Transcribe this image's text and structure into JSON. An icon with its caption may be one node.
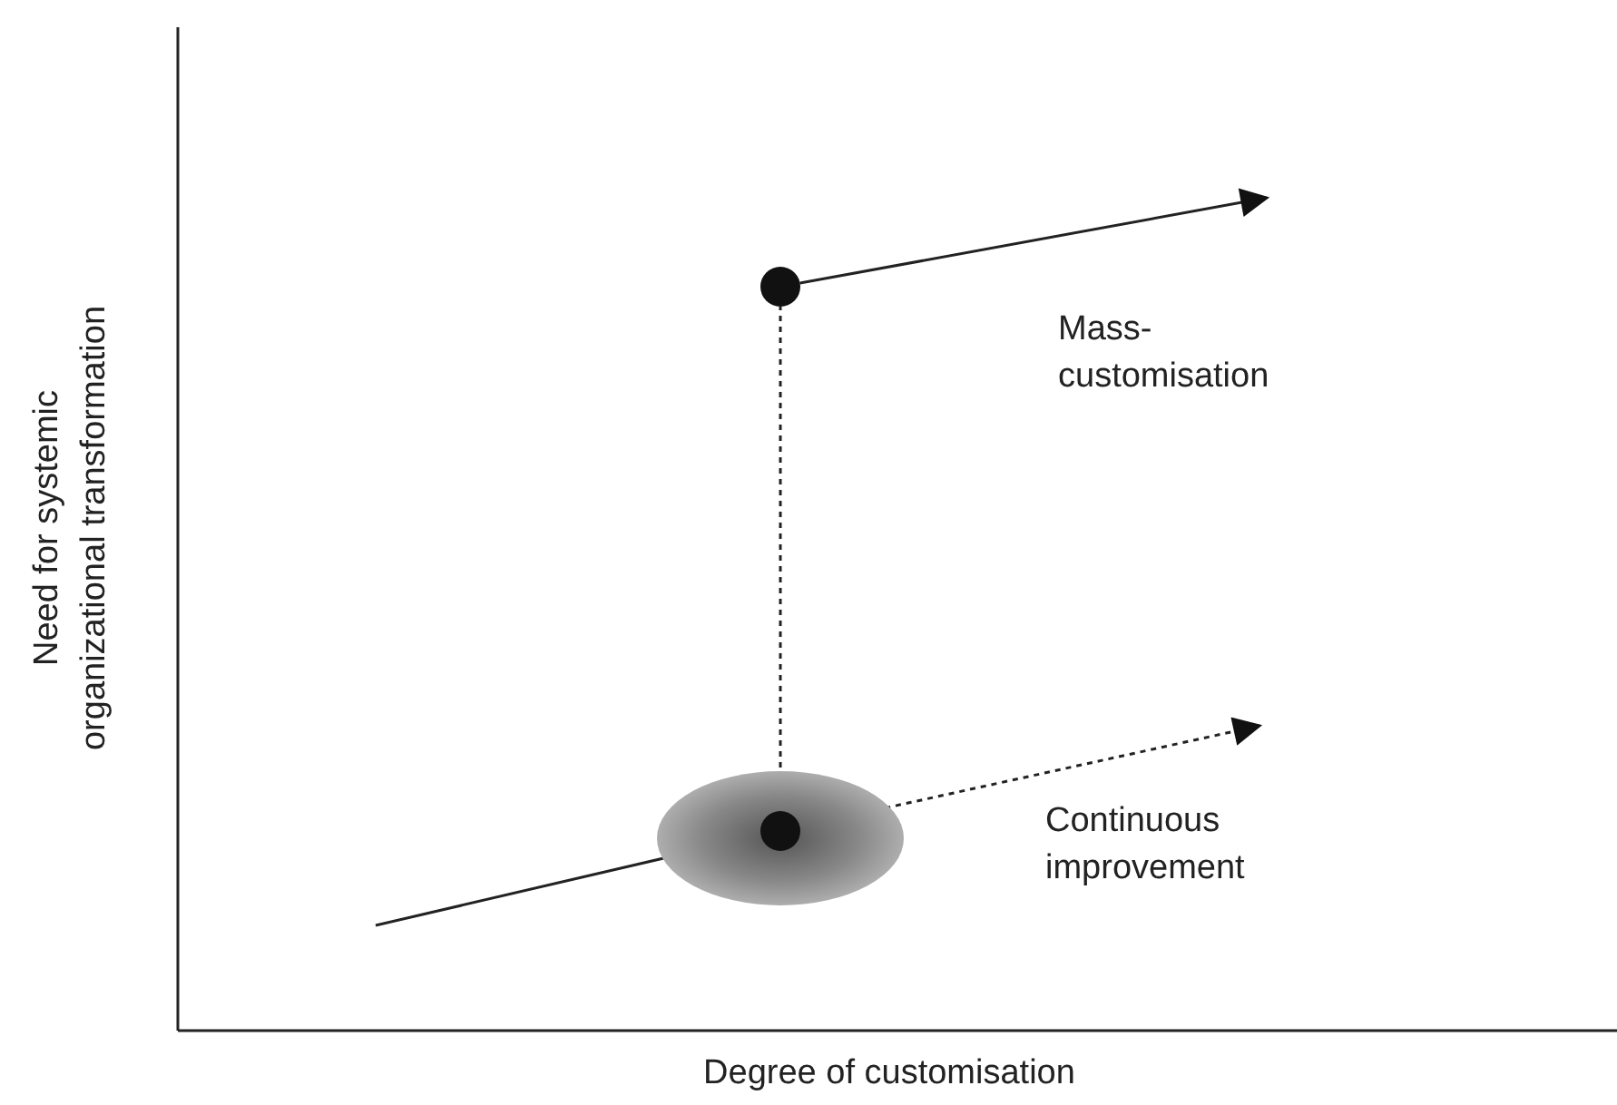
{
  "diagram": {
    "nodes": [
      {
        "text": [],
        "shape": "circle"
      },
      {
        "text": [],
        "shape": "ellipse"
      },
      {
        "text": [],
        "shape": "circle",
        "in": 1
      }
    ],
    "edges": [
      {
        "from": 0,
        "to": null,
        "arrow": "to"
      },
      {
        "from": 2,
        "to": 0,
        "arrow": "none",
        "style": "dashed"
      },
      {
        "from": null,
        "to": 2,
        "arrow": "none"
      },
      {
        "from": 2,
        "to": null,
        "arrow": "to",
        "style": "dashed"
      }
    ],
    "labels": [
      "Need for systemic organizational transformation",
      "Mass- customisation",
      "Continuous improvement",
      "Degree of customisation"
    ]
  }
}
